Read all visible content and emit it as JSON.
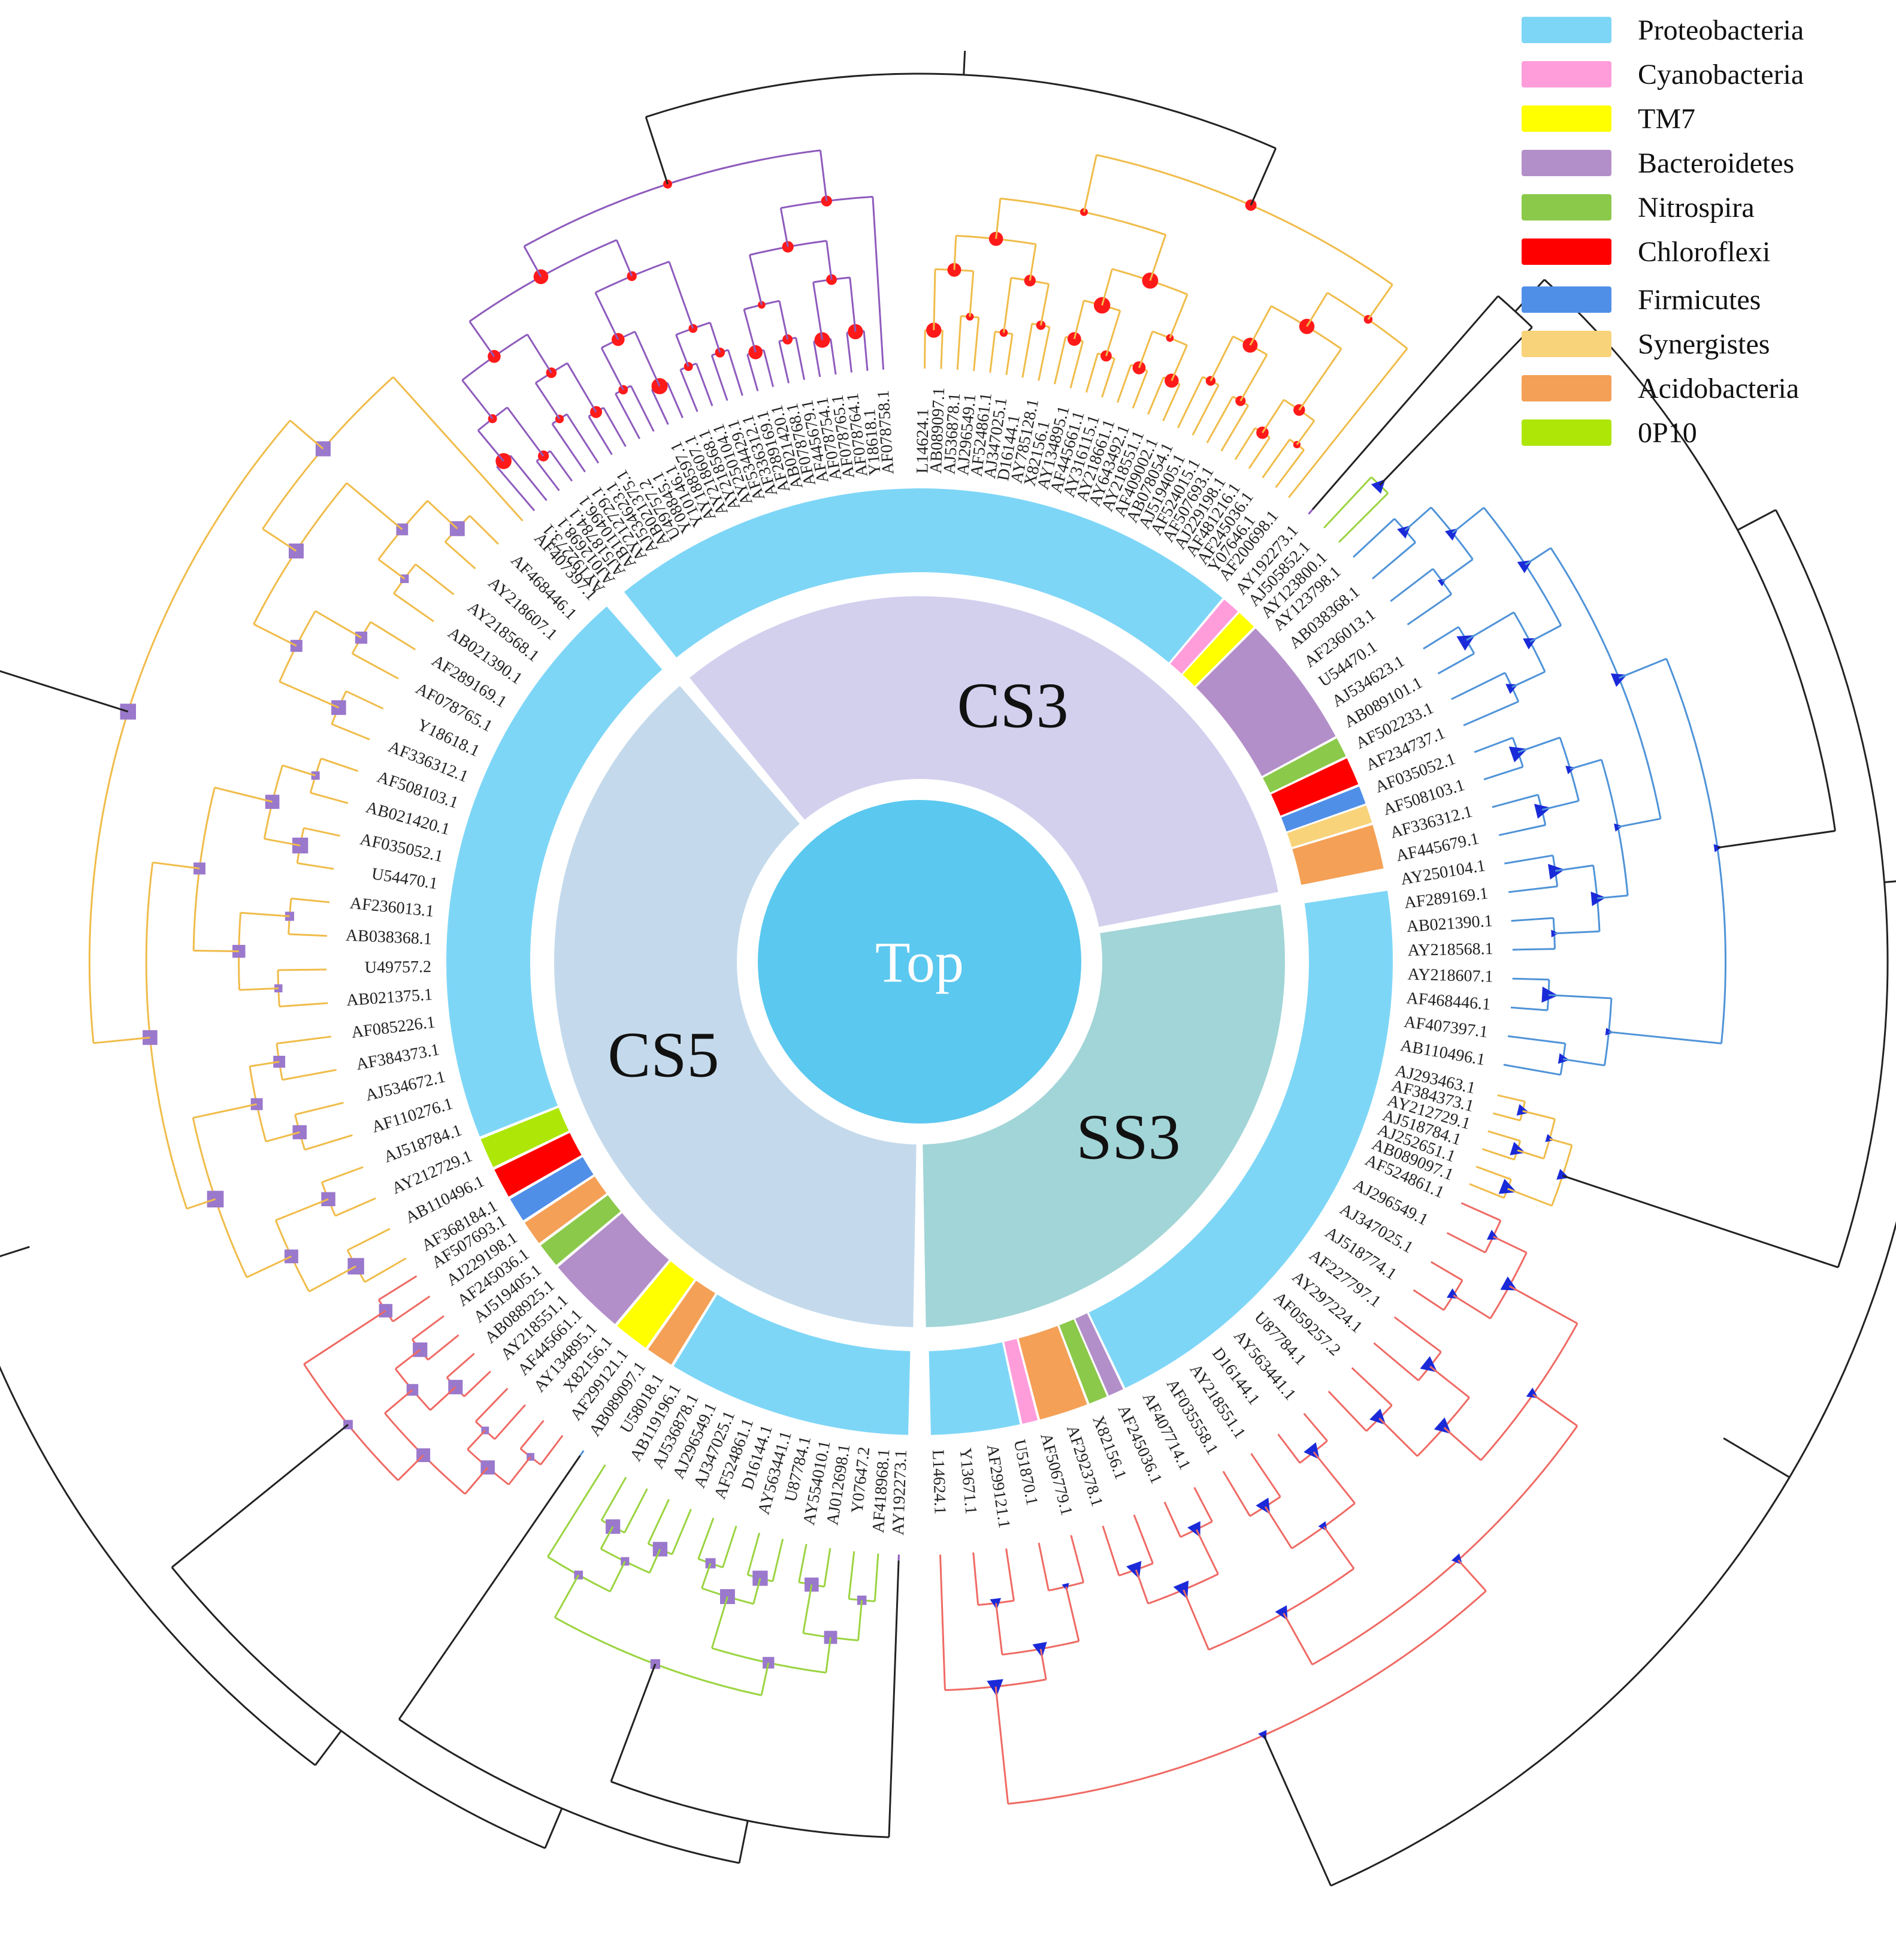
{
  "center": {
    "label": "Top",
    "color": "#5bc8ef"
  },
  "sectors": [
    {
      "name": "CS3",
      "fill": "#d3d0ee",
      "start": -40,
      "end": 80,
      "bars": [
        {
          "phylum": "Proteobacteria",
          "span": 71
        },
        {
          "phylum": "Cyanobacteria",
          "span": 2.2
        },
        {
          "phylum": "TM7",
          "span": 2.4
        },
        {
          "phylum": "Bacteroidetes",
          "span": 15
        },
        {
          "phylum": "Nitrospira",
          "span": 2.4
        },
        {
          "phylum": "Chloroflexi",
          "span": 3.4
        },
        {
          "phylum": "Firmicutes",
          "span": 2.2
        },
        {
          "phylum": "Synergistes",
          "span": 2.2
        },
        {
          "phylum": "Acidobacteria",
          "span": 5.2
        }
      ]
    },
    {
      "name": "SS3",
      "fill": "#a2d5d8",
      "start": 80,
      "end": 180,
      "bars": [
        {
          "phylum": "Proteobacteria",
          "span": 75
        },
        {
          "phylum": "Bacteroidetes",
          "span": 2.2
        },
        {
          "phylum": "Nitrospira",
          "span": 2.6
        },
        {
          "phylum": "Acidobacteria",
          "span": 6.5
        },
        {
          "phylum": "Cyanobacteria",
          "span": 2.2
        },
        {
          "phylum": "Proteobacteria",
          "span": 11.5
        }
      ]
    },
    {
      "name": "CS5",
      "fill": "#c4daec",
      "start": 180,
      "end": 320,
      "bars": [
        {
          "phylum": "Proteobacteria",
          "span": 18
        },
        {
          "phylum": "Acidobacteria",
          "span": 2.2
        },
        {
          "phylum": "TM7",
          "span": 2.8
        },
        {
          "phylum": "Bacteroidetes",
          "span": 6
        },
        {
          "phylum": "Nitrospira",
          "span": 2
        },
        {
          "phylum": "Acidobacteria",
          "span": 2
        },
        {
          "phylum": "Firmicutes",
          "span": 2
        },
        {
          "phylum": "Chloroflexi",
          "span": 2.4
        },
        {
          "phylum": "0P10",
          "span": 2.4
        },
        {
          "phylum": "Proteobacteria",
          "span": 42
        }
      ]
    }
  ],
  "legend": [
    {
      "label": "Proteobacteria",
      "color": "#7ed6f7"
    },
    {
      "label": "Cyanobacteria",
      "color": "#ff9ddb"
    },
    {
      "label": "TM7",
      "color": "#ffff00"
    },
    {
      "label": "Bacteroidetes",
      "color": "#b38fc9"
    },
    {
      "label": "Nitrospira",
      "color": "#8bc94a"
    },
    {
      "label": "Chloroflexi",
      "color": "#ff0000"
    },
    {
      "label": "Firmicutes",
      "color": "#4f8fe8"
    },
    {
      "label": "Synergistes",
      "color": "#f8d37a"
    },
    {
      "label": "Acidobacteria",
      "color": "#f4a056"
    },
    {
      "label": "0P10",
      "color": "#aee608"
    }
  ],
  "node_markers": {
    "CS3": "circle",
    "SS3": "triangle",
    "CS5": "square"
  },
  "groups": [
    {
      "id": "cs3-purple",
      "sector": "CS3",
      "color": "#8e5bbd",
      "start": -40.5,
      "end": -3.5,
      "leaves": [
        "AY192273.1",
        "AJ012698.1",
        "AJ518784.1",
        "AB110496.1",
        "AY212729.1",
        "AJ534623.1",
        "AB021375.1",
        "U49757.2",
        "Y08845.1",
        "Y10146.1",
        "AY188597.1",
        "AY218607.1",
        "AY218568.1",
        "AY250104.1",
        "AF534429.1",
        "AF336312.1",
        "AF289169.1",
        "AB021420.1",
        "AF078768.1",
        "AF445679.1",
        "AF078754.1",
        "AF078765.1",
        "AF078764.1",
        "Y18618.1",
        "AF078758.1"
      ]
    },
    {
      "id": "cs3-yellow",
      "sector": "CS3",
      "color": "#f0bc4a",
      "start": 0.5,
      "end": 38.5,
      "leaves": [
        "L14624.1",
        "AB089097.1",
        "AJ536878.1",
        "AJ296549.1",
        "AF524861.1",
        "AJ347025.1",
        "D16144.1",
        "AY785128.1",
        "X82156.1",
        "AY134895.1",
        "AF445661.1",
        "AY316115.1",
        "AY218661.1",
        "AY643492.1",
        "AY218551.1",
        "AF409002.1",
        "AB078054.1",
        "AJ519405.1",
        "AF524015.1",
        "AF507693.1",
        "AJ229198.1",
        "AF481216.1",
        "AF245036.1",
        "Y07646.1",
        "AF200698.1"
      ]
    },
    {
      "id": "ss3-purple",
      "sector": "SS3",
      "color": "#8e5bbd",
      "start": 41,
      "end": 41,
      "leaves": [
        "AY192273.1"
      ]
    },
    {
      "id": "ss3-green",
      "sector": "SS3",
      "color": "#9bd441",
      "start": 43,
      "end": 45,
      "leaves": [
        "AJ505852.1",
        "AY123800.1"
      ]
    },
    {
      "id": "ss3-blue",
      "sector": "SS3",
      "color": "#4f93d8",
      "start": 47,
      "end": 100,
      "leaves": [
        "AY123798.1",
        "AB038368.1",
        "AF236013.1",
        "U54470.1",
        "AJ534623.1",
        "AB089101.1",
        "AF502233.1",
        "AF234737.1",
        "AF035052.1",
        "AF508103.1",
        "AF336312.1",
        "AF445679.1",
        "AY250104.1",
        "AF289169.1",
        "AB021390.1",
        "AY218568.1",
        "AY218607.1",
        "AF468446.1",
        "AF407397.1",
        "AB110496.1"
      ]
    },
    {
      "id": "ss3-yellow",
      "sector": "SS3",
      "color": "#f0bc4a",
      "start": 103,
      "end": 112,
      "leaves": [
        "AJ293463.1",
        "AF384373.1",
        "AY212729.1",
        "AJ518784.1",
        "AJ252651.1",
        "AB089097.1"
      ]
    },
    {
      "id": "ss3-red",
      "sector": "SS3",
      "color": "#ef6a64",
      "start": 114,
      "end": 178,
      "leaves": [
        "AF524861.1",
        "AJ296549.1",
        "AJ347025.1",
        "AJ518774.1",
        "AF227797.1",
        "AY297224.1",
        "AF059257.2",
        "U87784.1",
        "AY563441.1",
        "D16144.1",
        "AY218551.1",
        "AF035558.1",
        "AF407714.1",
        "AF245036.1",
        "X82156.1",
        "AF292378.1",
        "AF506779.1",
        "U51870.1",
        "AF299121.1",
        "Y13671.1",
        "L14624.1"
      ]
    },
    {
      "id": "cs5-purple",
      "sector": "CS5",
      "color": "#8e5bbd",
      "start": 182,
      "end": 182,
      "leaves": [
        "AY192273.1"
      ]
    },
    {
      "id": "cs5-green",
      "sector": "CS5",
      "color": "#9bd441",
      "start": 184,
      "end": 212,
      "leaves": [
        "AF418968.1",
        "Y07647.2",
        "AJ012698.1",
        "AY554010.1",
        "U87784.1",
        "AY563441.1",
        "D16144.1",
        "AF524861.1",
        "AJ347025.1",
        "AJ296549.1",
        "AJ536878.1",
        "AB119196.1",
        "U58018.1"
      ]
    },
    {
      "id": "cs5-blue",
      "sector": "CS5",
      "color": "#4f93d8",
      "start": 214.5,
      "end": 214.5,
      "leaves": [
        "AB089097.1"
      ]
    },
    {
      "id": "cs5-red",
      "sector": "CS5",
      "color": "#ef6a64",
      "start": 217,
      "end": 238,
      "leaves": [
        "AF299121.1",
        "X82156.1",
        "AY134895.1",
        "AF445661.1",
        "AY218551.1",
        "AB088925.1",
        "AJ519405.1",
        "AF245036.1",
        "AJ229198.1",
        "AF507693.1"
      ]
    },
    {
      "id": "cs5-yellow",
      "sector": "CS5",
      "color": "#f0bc4a",
      "start": 240,
      "end": 318,
      "leaves": [
        "AF368184.1",
        "AB110496.1",
        "AY212729.1",
        "AJ518784.1",
        "AF110276.1",
        "AJ534672.1",
        "AF384373.1",
        "AF085226.1",
        "AB021375.1",
        "U49757.2",
        "AB038368.1",
        "AF236013.1",
        "U54470.1",
        "AF035052.1",
        "AB021420.1",
        "AF508103.1",
        "AF336312.1",
        "Y18618.1",
        "AF078765.1",
        "AF289169.1",
        "AB021390.1",
        "AY218568.1",
        "AY218607.1",
        "AF468446.1",
        "AF407397.1"
      ]
    }
  ]
}
